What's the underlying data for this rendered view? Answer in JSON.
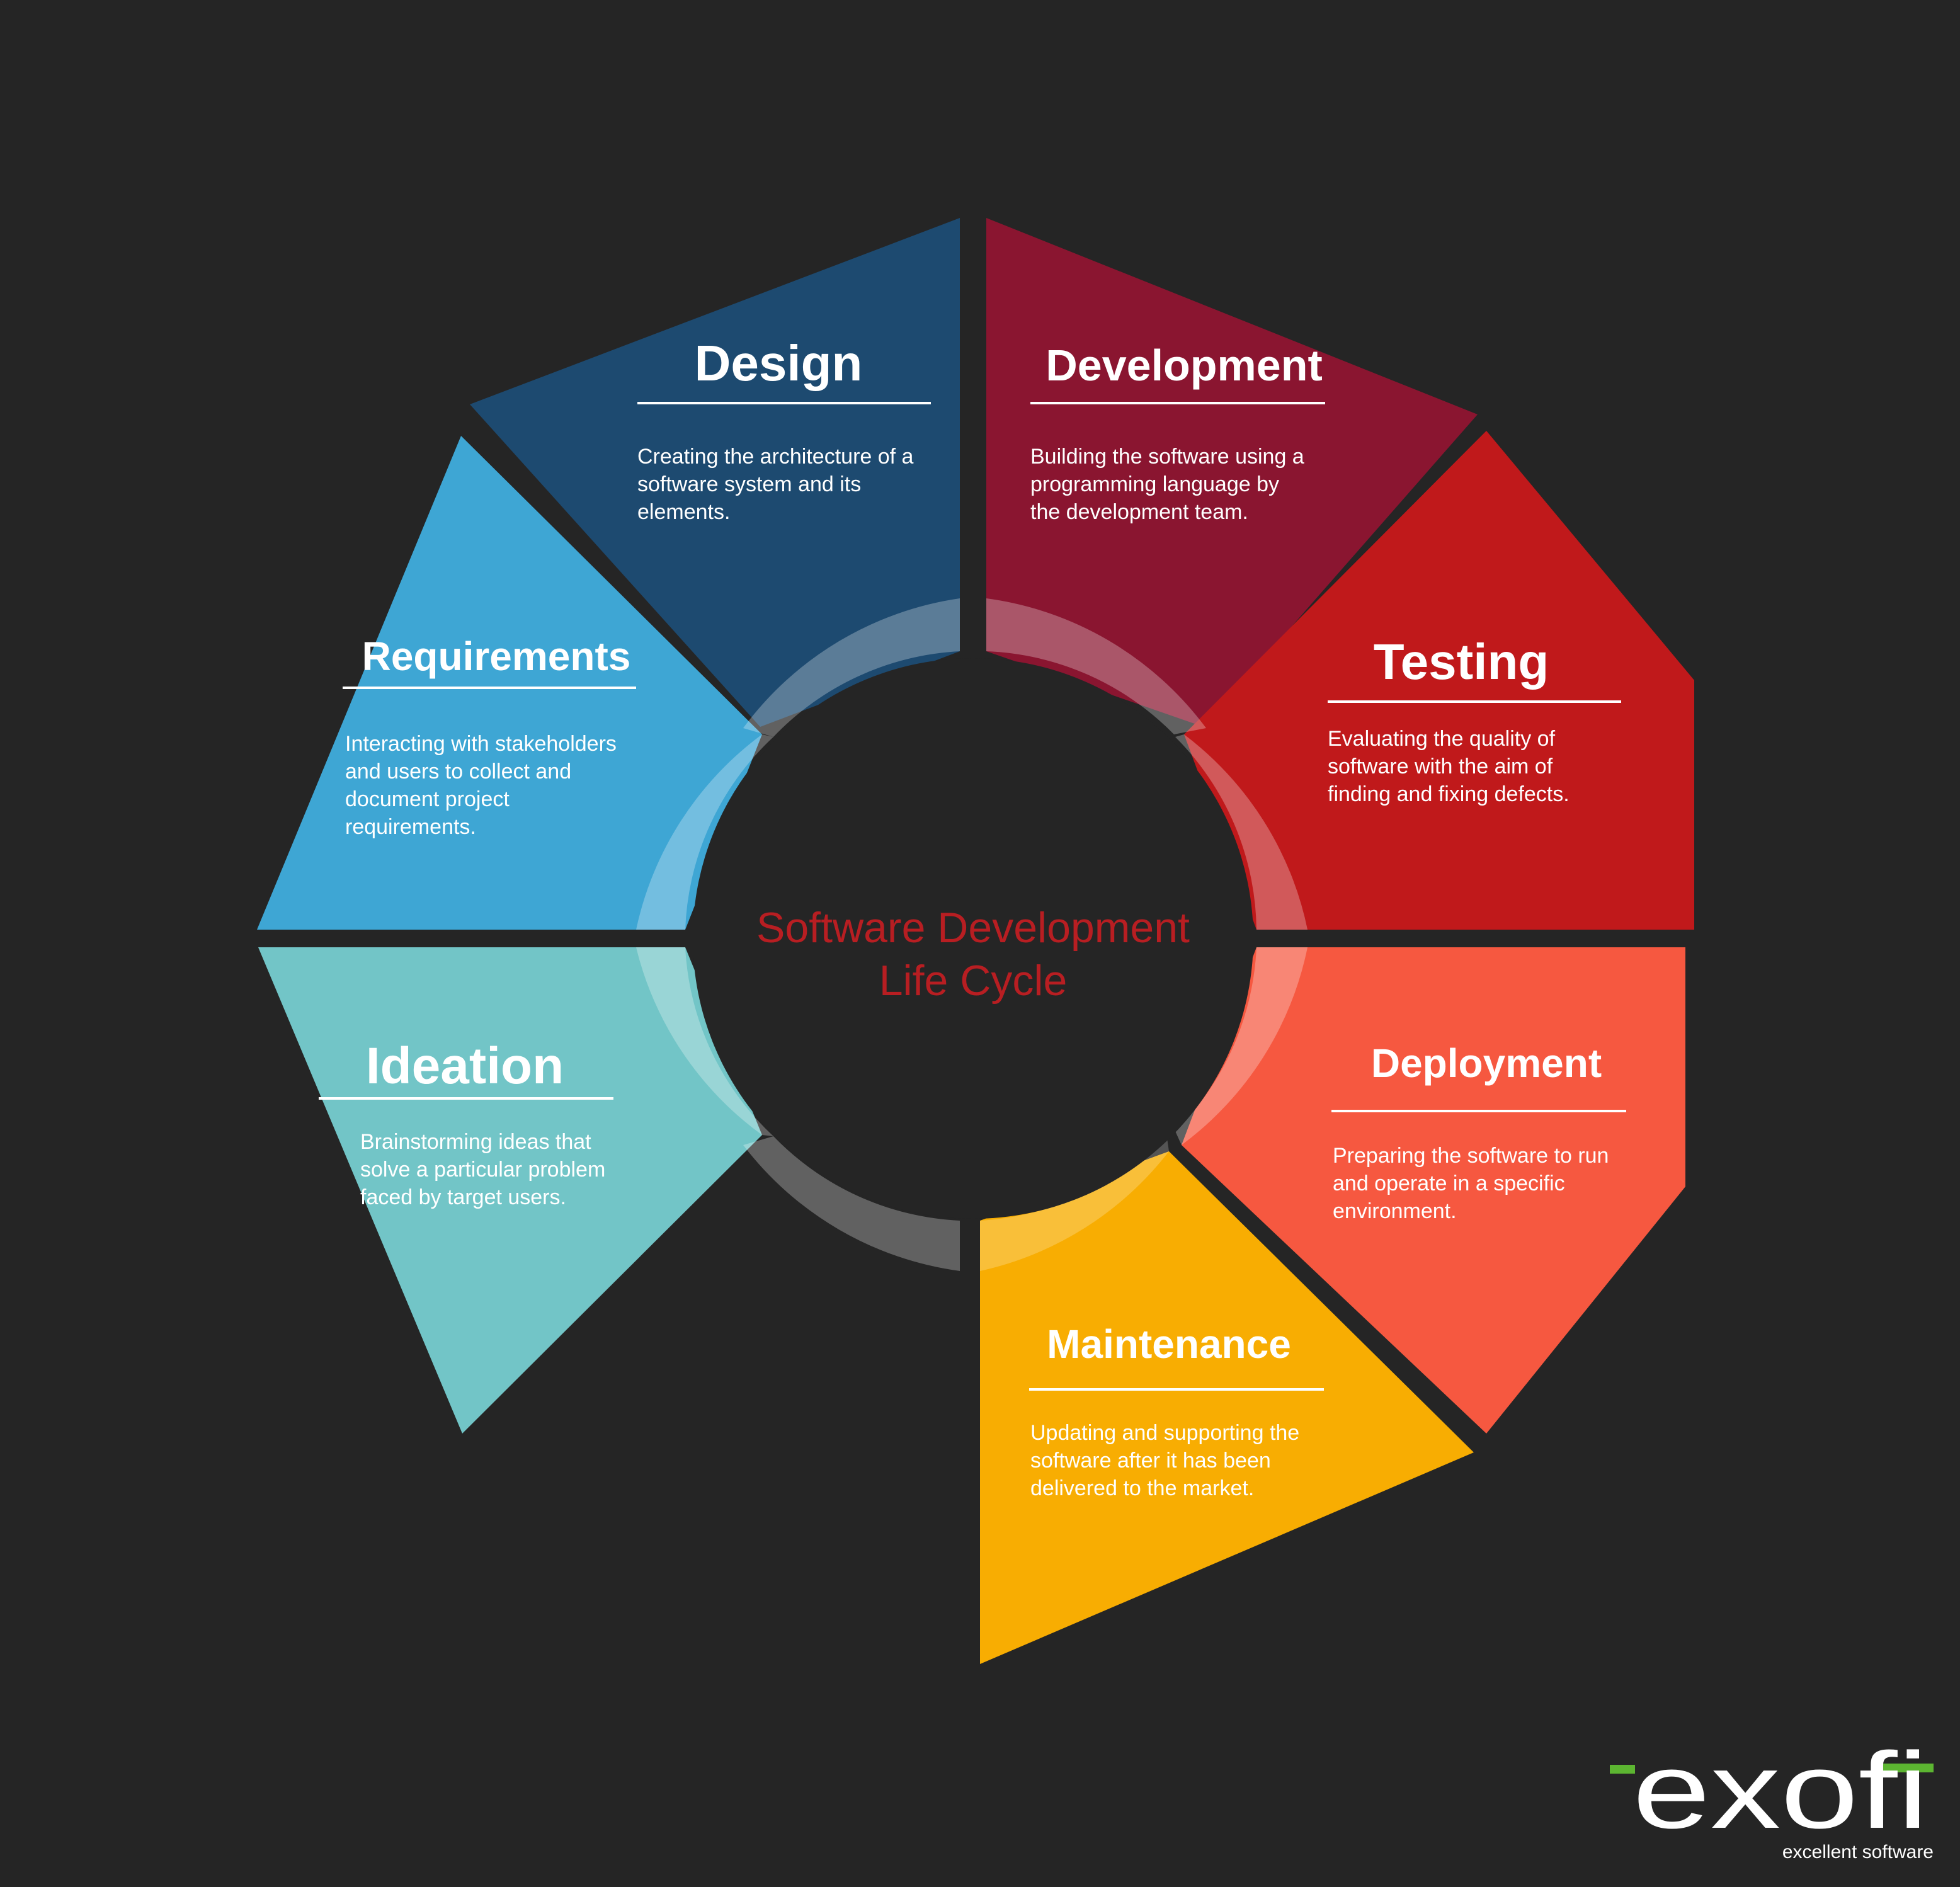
{
  "center": {
    "line1": "Software Development",
    "line2": "Life Cycle"
  },
  "stages": [
    {
      "id": "design",
      "title": "Design",
      "description": [
        "Creating the architecture of a",
        "software system and its",
        "elements."
      ],
      "color": "#1d4a70"
    },
    {
      "id": "development",
      "title": "Development",
      "description": [
        "Building the software using a",
        "programming language by",
        "the development team."
      ],
      "color": "#8a1530"
    },
    {
      "id": "testing",
      "title": "Testing",
      "description": [
        "Evaluating the quality of",
        "software with the aim of",
        "finding and fixing defects."
      ],
      "color": "#c0191b"
    },
    {
      "id": "deployment",
      "title": "Deployment",
      "description": [
        "Preparing the software to run",
        "and operate in a specific",
        "environment."
      ],
      "color": "#f65840"
    },
    {
      "id": "maintenance",
      "title": "Maintenance",
      "description": [
        "Updating and supporting the",
        "software after it has been",
        "delivered to the market."
      ],
      "color": "#f8ad02"
    },
    {
      "id": "ideation",
      "title": "Ideation",
      "description": [
        "Brainstorming ideas that",
        "solve a particular problem",
        "faced by target users."
      ],
      "color": "#72c5c7"
    },
    {
      "id": "requirements",
      "title": "Requirements",
      "description": [
        "Interacting with stakeholders",
        "and users to collect and",
        "document project",
        "requirements."
      ],
      "color": "#3ea6d4"
    }
  ],
  "logo": {
    "wordmark": "exofi",
    "tagline": "excellent software",
    "accent_color": "#5cb531"
  }
}
